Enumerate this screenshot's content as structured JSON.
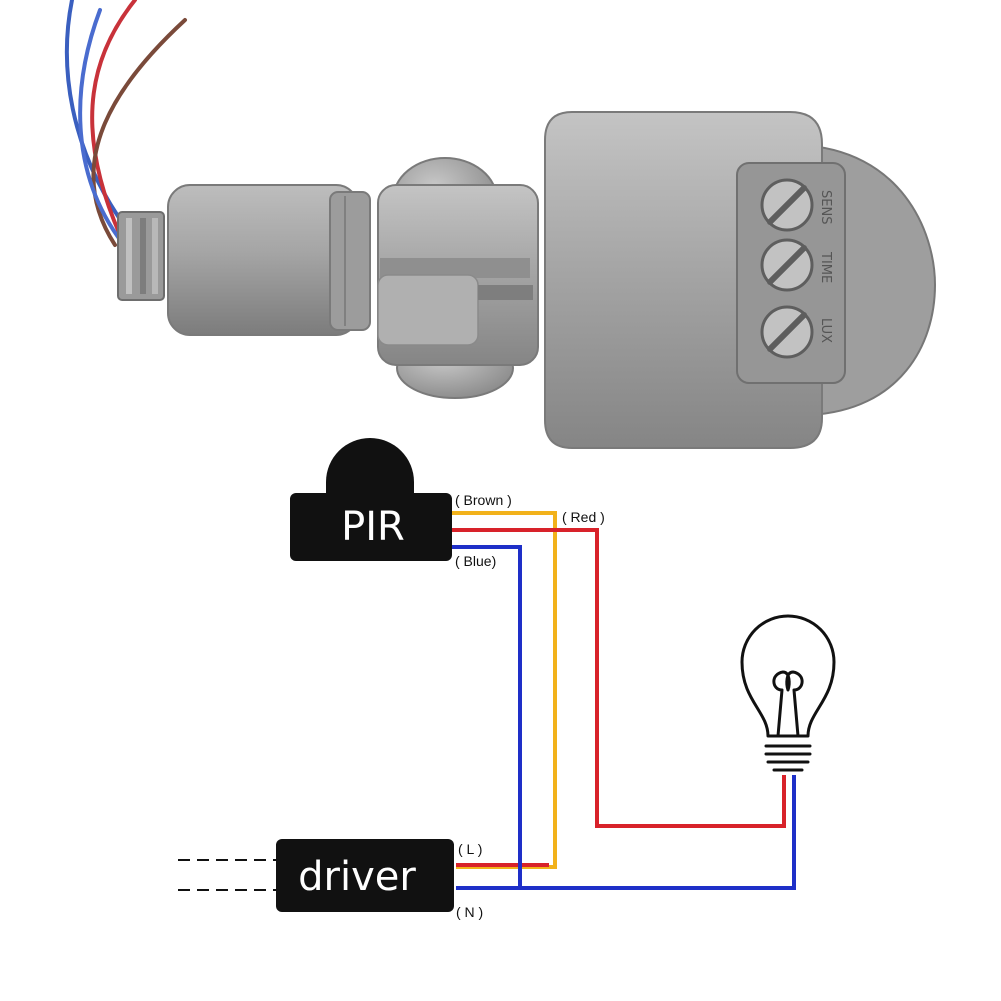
{
  "sensor": {
    "dial_labels": [
      "SENS",
      "TIME",
      "LUX"
    ]
  },
  "wiring": {
    "pir_label": "PIR",
    "driver_label": "driver",
    "wire_labels": {
      "brown": "( Brown )",
      "red": "( Red )",
      "blue": "( Blue)",
      "live": "( L )",
      "neutral": "( N )"
    }
  },
  "colors": {
    "brown_wire": "#f2b21b",
    "red_wire": "#d8222a",
    "blue_wire": "#1e2fc8",
    "box_fill": "#111111",
    "sensor_body": "#a9a9a9"
  }
}
